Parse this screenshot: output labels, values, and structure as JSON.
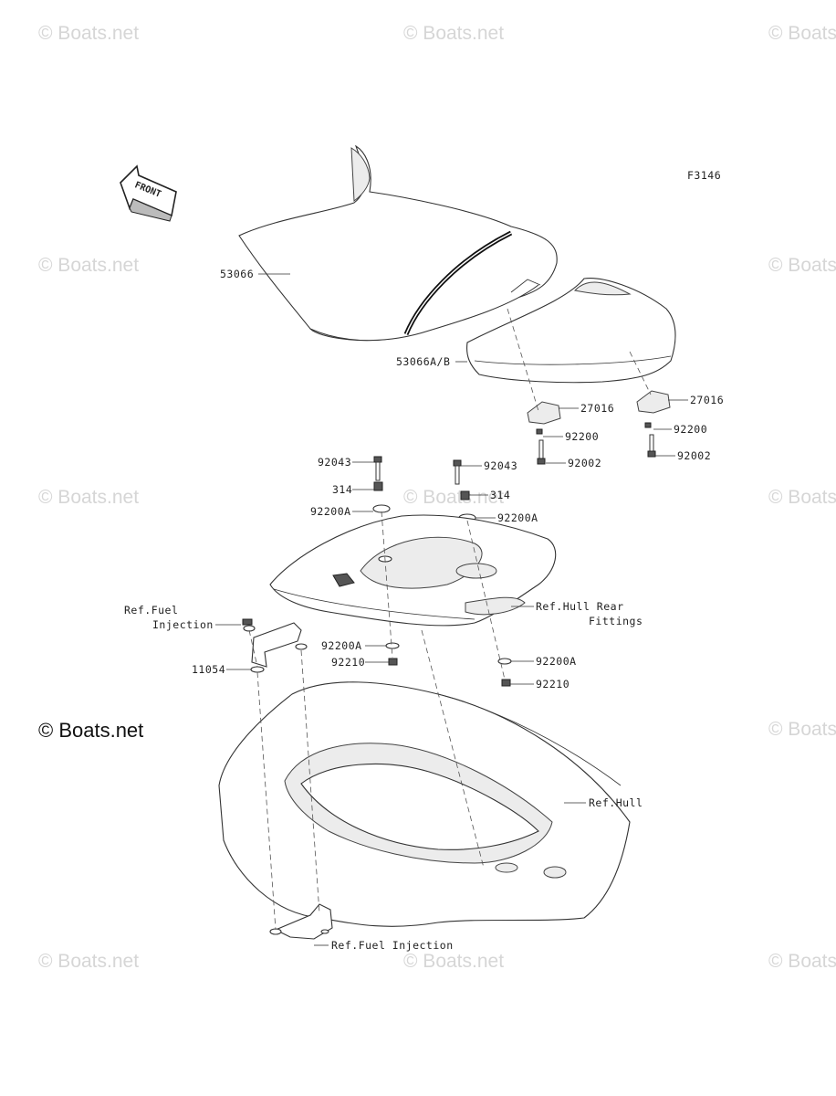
{
  "watermark": "© Boats.net",
  "watermark_main": "© Boats.net",
  "figure_code": "F3146",
  "front_label": "FRONT",
  "labels": {
    "seat_53066": "53066",
    "seat_53066ab": "53066A/B",
    "l27016_a": "27016",
    "l27016_b": "27016",
    "l92200_a": "92200",
    "l92200_b": "92200",
    "l92002_a": "92002",
    "l92002_b": "92002",
    "l92043_a": "92043",
    "l92043_b": "92043",
    "l314_a": "314",
    "l314_b": "314",
    "l92200A_a": "92200A",
    "l92200A_b": "92200A",
    "l92200A_c": "92200A",
    "l92200A_d": "92200A",
    "l92210_a": "92210",
    "l92210_b": "92210",
    "l11054": "11054",
    "ref_fuel_line1": "Ref.Fuel",
    "ref_fuel_line2": "Injection",
    "ref_hull_rear_line1": "Ref.Hull Rear",
    "ref_hull_rear_line2": "Fittings",
    "ref_hull": "Ref.Hull",
    "ref_fuel_injection": "Ref.Fuel Injection"
  }
}
